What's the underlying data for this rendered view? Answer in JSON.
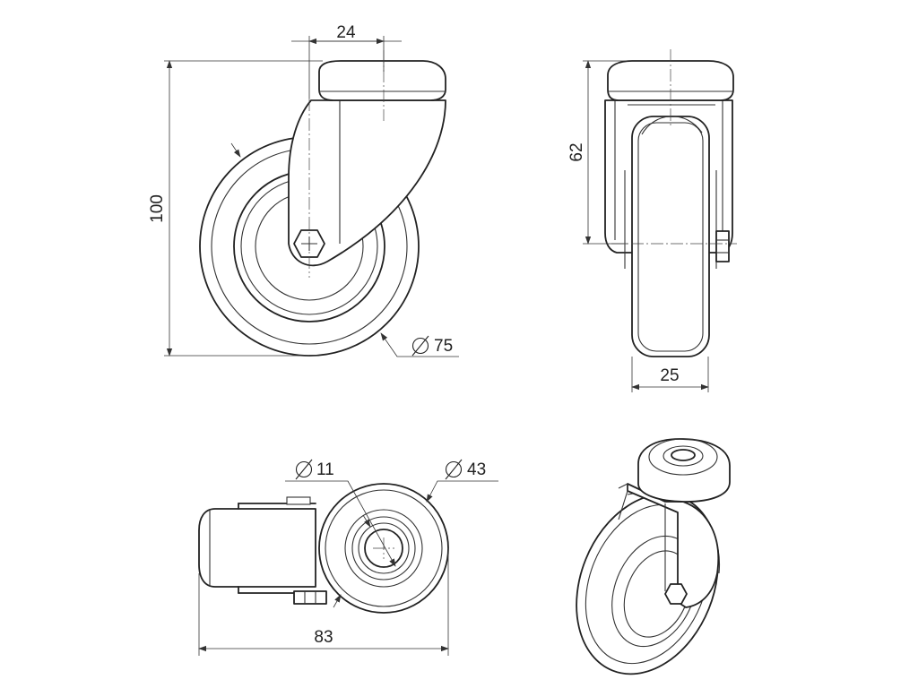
{
  "dimensions": {
    "bolt_offset": "24",
    "overall_height": "100",
    "wheel_diameter": "75",
    "mount_height": "62",
    "wheel_width": "25",
    "hole_diameter": "11",
    "head_diameter": "43",
    "overall_depth": "83"
  },
  "symbols": {
    "diameter": "diameter-symbol"
  },
  "colors": {
    "line": "#222222",
    "background": "#ffffff"
  }
}
